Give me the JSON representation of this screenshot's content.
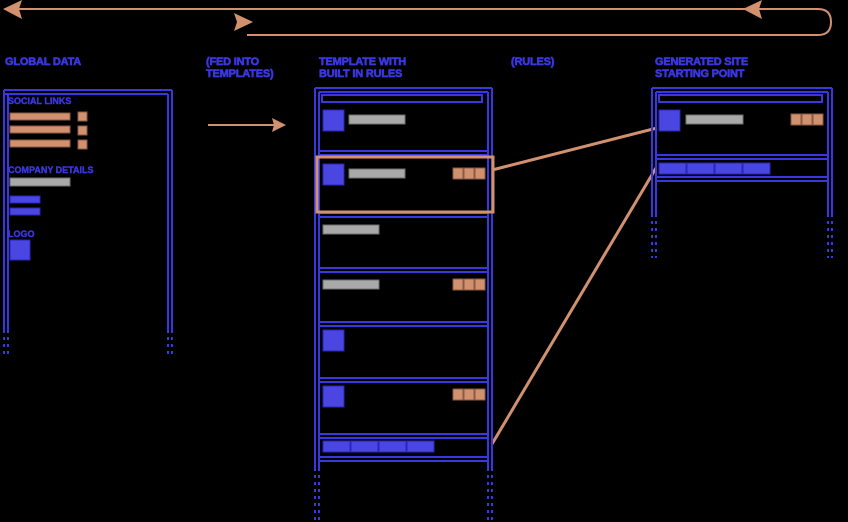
{
  "diagram": {
    "title": "Global data fed into templates to generate site",
    "background": "#000000",
    "colors": {
      "blue": "#3b37e0",
      "blue_fill": "#4a46e2",
      "orange": "#d1916e",
      "gray": "#a9a9a9",
      "gray_border": "#6e6e6e",
      "background": "#000000"
    }
  },
  "labels": {
    "global_data": "GLOBAL DATA",
    "fed_into_templates": "(FED INTO\nTEMPLATES)",
    "template_with_rules": "TEMPLATE WITH\nBUILT IN RULES",
    "rules": "(RULES)",
    "generated_site": "GENERATED SITE\nSTARTING POINT"
  },
  "panels": {
    "global_data": {
      "name": "GLOBAL DATA",
      "sections": [
        {
          "heading": "SOCIAL LINKS",
          "bars": [
            {
              "color": "#d1916e",
              "w": 60,
              "h": 7
            },
            {
              "color": "#d1916e",
              "w": 60,
              "h": 7
            },
            {
              "color": "#d1916e",
              "w": 60,
              "h": 7
            }
          ],
          "chips": [
            {
              "color": "#d1916e"
            },
            {
              "color": "#d1916e"
            },
            {
              "color": "#d1916e"
            }
          ]
        },
        {
          "heading": "COMPANY DETAILS",
          "bars": [
            {
              "color": "#a9a9a9",
              "w": 60,
              "h": 8
            },
            {
              "color": "#4a46e2",
              "w": 30,
              "h": 7
            },
            {
              "color": "#4a46e2",
              "w": 30,
              "h": 7
            }
          ]
        },
        {
          "heading": "LOGO",
          "swatch": {
            "color": "#4a46e2",
            "w": 20,
            "h": 20
          }
        }
      ]
    },
    "template": {
      "name": "TEMPLATE WITH BUILT IN RULES",
      "rows": [
        {
          "id": "row-topbar",
          "type": "bar-row",
          "highlight": false,
          "square": false,
          "gray_bar": false,
          "chips": 0
        },
        {
          "id": "row-1",
          "type": "module",
          "highlight": false,
          "square": true,
          "gray_bar": true,
          "chips": 0
        },
        {
          "id": "row-2",
          "type": "module",
          "highlight": true,
          "square": true,
          "gray_bar": true,
          "chips": 3
        },
        {
          "id": "row-3",
          "type": "module",
          "highlight": false,
          "square": false,
          "gray_bar": true,
          "chips": 0
        },
        {
          "id": "row-4",
          "type": "module",
          "highlight": false,
          "square": false,
          "gray_bar": true,
          "chips": 3
        },
        {
          "id": "row-5",
          "type": "module",
          "highlight": false,
          "square": true,
          "gray_bar": false,
          "chips": 0
        },
        {
          "id": "row-6",
          "type": "module",
          "highlight": false,
          "square": true,
          "gray_bar": false,
          "chips": 3
        },
        {
          "id": "row-nav",
          "type": "nav",
          "highlight": false,
          "segments": 4
        },
        {
          "id": "row-footer",
          "type": "footer",
          "highlight": false
        }
      ]
    },
    "generated_site": {
      "name": "GENERATED SITE STARTING POINT",
      "rows": [
        {
          "id": "gs-topbar",
          "type": "bar-row",
          "square": false,
          "gray_bar": false,
          "chips": 0
        },
        {
          "id": "gs-hero",
          "type": "module",
          "square": true,
          "gray_bar": true,
          "chips": 3
        },
        {
          "id": "gs-nav",
          "type": "nav",
          "segments": 4
        },
        {
          "id": "gs-body",
          "type": "footer"
        }
      ]
    }
  },
  "connectors": {
    "top_flow": {
      "forward_arrow": "right",
      "return_arrow": "left",
      "color": "#d1916e"
    },
    "feed_arrow": {
      "direction": "right",
      "color": "#d1916e"
    },
    "rule_link_upper": {
      "from": "template-row-2",
      "to": "generated-hero",
      "color": "#d1916e"
    },
    "rule_link_lower": {
      "from": "template-row-nav",
      "to": "generated-nav",
      "color": "#d1916e"
    }
  }
}
